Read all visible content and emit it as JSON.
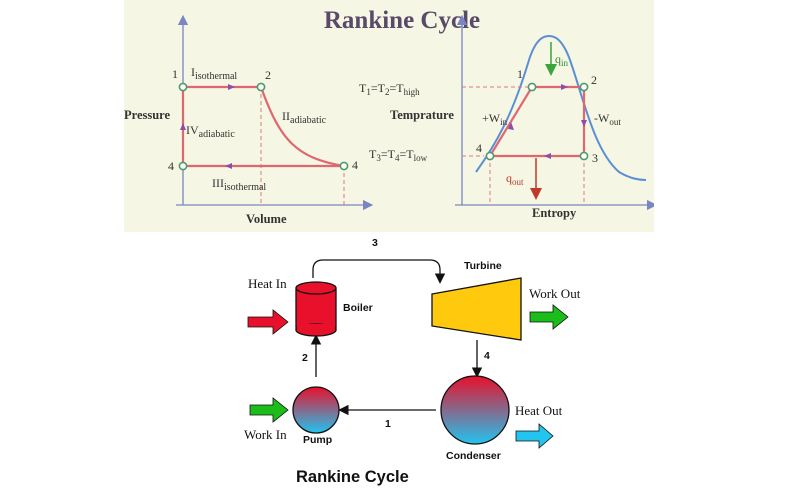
{
  "top": {
    "title": "Rankine Cycle",
    "pv": {
      "ylabel": "Pressure",
      "xlabel": "Volume",
      "points": [
        "1",
        "2",
        "4",
        "4"
      ],
      "proc1_main": "I",
      "proc1_sub": "isothermal",
      "proc2_main": "II",
      "proc2_sub": "adiabatic",
      "proc3_main": "III",
      "proc3_sub": "isothermal",
      "proc4_main": "IV",
      "proc4_sub": "adiabatic"
    },
    "ts": {
      "ylabel": "Temprature",
      "xlabel": "Entropy",
      "points": [
        "1",
        "2",
        "3",
        "4"
      ],
      "t_high_a": "T",
      "t_high_s1": "1",
      "t_high_b": "=T",
      "t_high_s2": "2",
      "t_high_c": "=T",
      "t_high_s3": "high",
      "t_low_a": "T",
      "t_low_s1": "3",
      "t_low_b": "=T",
      "t_low_s2": "4",
      "t_low_c": "=T",
      "t_low_s3": "low",
      "win_main": "+W",
      "win_sub": "in",
      "wout_main": "-W",
      "wout_sub": "out",
      "qin_main": "q",
      "qin_sub": "in",
      "qout_main": "q",
      "qout_sub": "out"
    }
  },
  "bottom": {
    "title": "Rankine Cycle",
    "heat_in": "Heat In",
    "boiler": "Boiler",
    "turbine": "Turbine",
    "work_out": "Work Out",
    "heat_out": "Heat Out",
    "condenser": "Condenser",
    "pump": "Pump",
    "work_in": "Work In",
    "step1": "1",
    "step2": "2",
    "step3": "3",
    "step4": "4"
  },
  "colors": {
    "panel_bg": "#f5f6e3",
    "axis": "#7a86c4",
    "title": "#5a4a6a",
    "process_line": "#e06670",
    "vapor_dome": "#5b8fd4",
    "heat_in_arrow": "#e8102a",
    "work_arrow": "#1bbd1b",
    "heat_out_arrow": "#22c4f0",
    "turbine": "#ffc90e"
  }
}
